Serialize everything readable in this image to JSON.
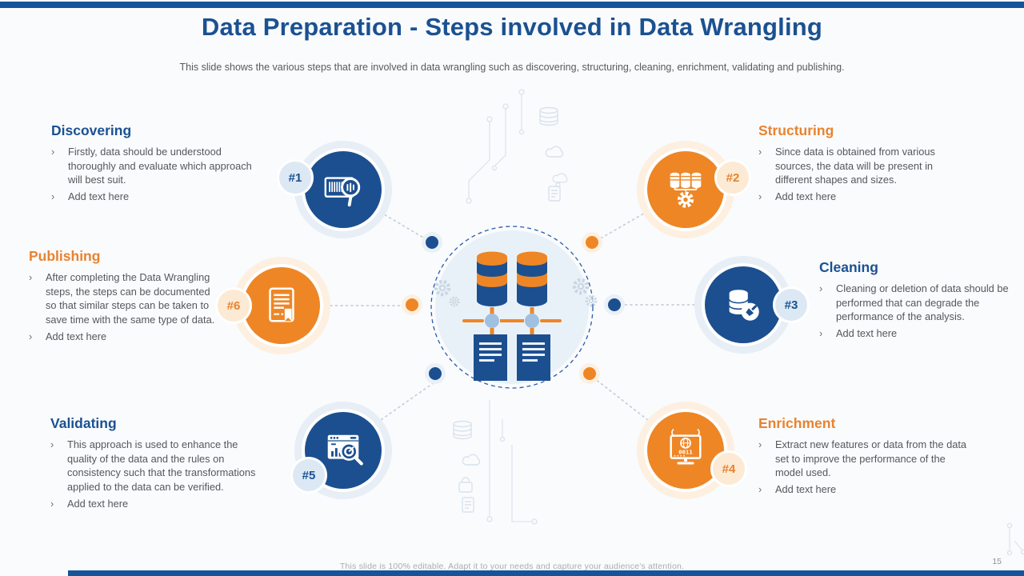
{
  "slide": {
    "title": "Data Preparation - Steps involved in Data Wrangling",
    "subtitle": "This slide shows the various steps that are involved in data wrangling such as discovering, structuring, cleaning, enrichment, validating and publishing.",
    "footer": "This slide is 100% editable. Adapt it to your needs and capture your audience's attention.",
    "page_number": "15"
  },
  "bullet_char": "›",
  "colors": {
    "navy": "#1c4f90",
    "heading_blue": "#1a5191",
    "orange": "#ee8626",
    "heading_orange": "#e8832f",
    "light_blue_halo": "#e7eef6",
    "light_orange_halo": "#fdf0e1",
    "accent_bar": "#15549a",
    "body_text": "#55575c",
    "slide_bg": "#fafbfd"
  },
  "steps": [
    {
      "number": "#1",
      "title": "Discovering",
      "color": "blue",
      "icon": "barcode-search",
      "bullets": [
        "Firstly, data should be understood thoroughly and evaluate which approach will best suit.",
        "Add text here"
      ]
    },
    {
      "number": "#2",
      "title": "Structuring",
      "color": "orange",
      "icon": "database-gear",
      "bullets": [
        "Since data is obtained from various sources, the data will be present in different shapes and sizes.",
        "Add text here"
      ]
    },
    {
      "number": "#3",
      "title": "Cleaning",
      "color": "blue",
      "icon": "database-brush",
      "bullets": [
        "Cleaning or deletion of data should be performed that can degrade the performance of the analysis.",
        "Add text here"
      ]
    },
    {
      "number": "#4",
      "title": "Enrichment",
      "color": "orange",
      "icon": "monitor-globe",
      "bullets": [
        "Extract new features or data from the data set to improve the performance of the model used.",
        "Add text here"
      ]
    },
    {
      "number": "#5",
      "title": "Validating",
      "color": "blue",
      "icon": "browser-search",
      "bullets": [
        "This approach is used to enhance the quality of the data and the rules on consistency such that the transformations applied to the data can be verified.",
        "Add text here"
      ]
    },
    {
      "number": "#6",
      "title": "Publishing",
      "color": "orange",
      "icon": "document-ribbon",
      "bullets": [
        "After completing the Data Wrangling steps, the steps can be documented so that similar steps can be taken to save time with the same type of data.",
        "Add text here"
      ]
    }
  ]
}
